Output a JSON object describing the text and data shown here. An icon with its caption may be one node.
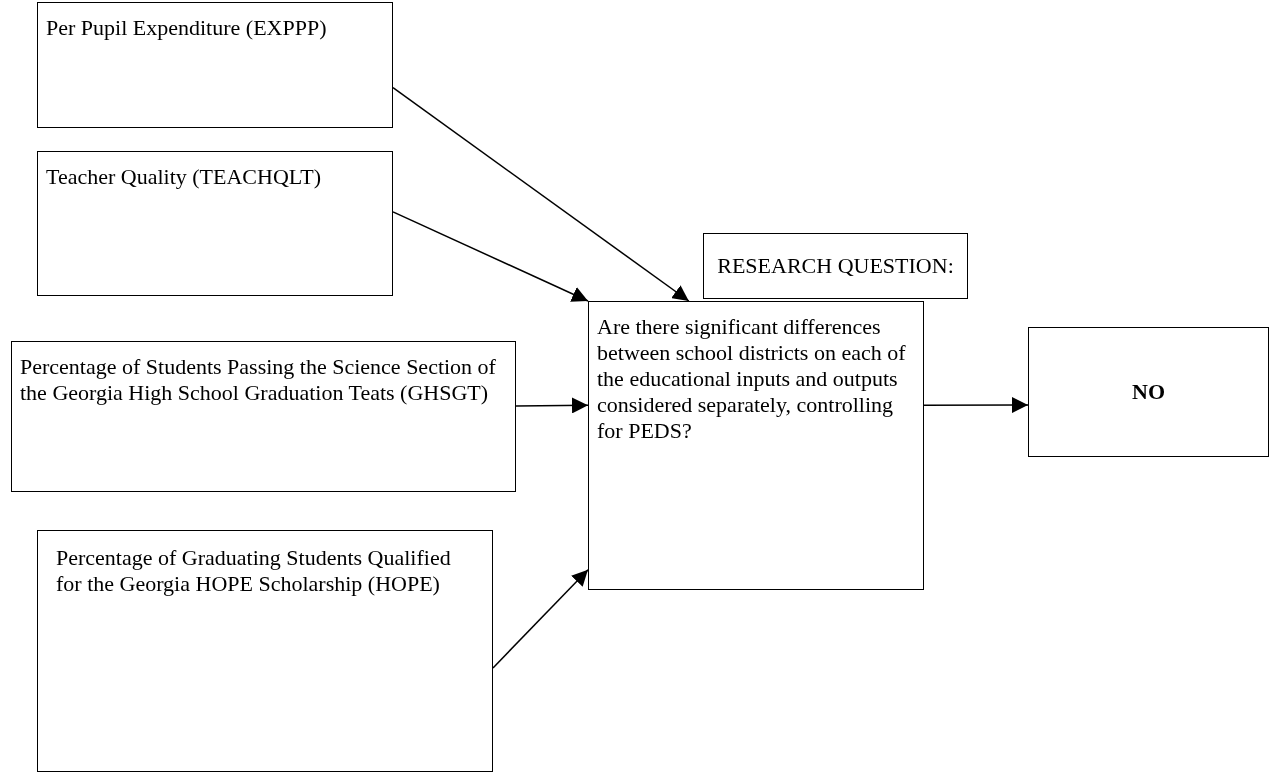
{
  "diagram": {
    "nodes": [
      {
        "text": [
          "Per Pupil Expenditure (EXPPP)"
        ]
      },
      {
        "text": [
          "Teacher Quality (TEACHQLT)"
        ]
      },
      {
        "text": [
          "Percentage of Students Passing the Science Section of the Georgia High School Graduation Teats (GHSGT)"
        ]
      },
      {
        "text": [
          "Percentage of Graduating Students Qualified for the Georgia HOPE Scholarship (HOPE)"
        ]
      },
      {
        "text": [
          "RESEARCH QUESTION:"
        ]
      },
      {
        "text": [
          "Are there significant differences between school districts on each of the educational inputs and outputs considered separately, controlling for PEDS?"
        ]
      },
      {
        "text": [
          "NO"
        ]
      }
    ],
    "edges": [
      {
        "from": 0,
        "to": 5,
        "arrow": "to"
      },
      {
        "from": 1,
        "to": 5,
        "arrow": "to"
      },
      {
        "from": 2,
        "to": 5,
        "arrow": "to"
      },
      {
        "from": 3,
        "to": 5,
        "arrow": "to"
      },
      {
        "from": 5,
        "to": 6,
        "arrow": "to"
      }
    ]
  }
}
